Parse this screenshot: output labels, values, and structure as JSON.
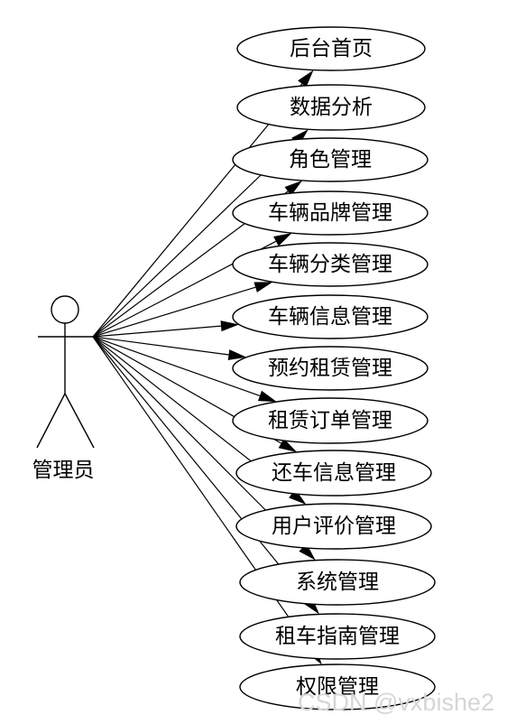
{
  "actor": {
    "name": "管理员",
    "icon": "stick-figure-actor-icon"
  },
  "use_cases": [
    {
      "label": "后台首页"
    },
    {
      "label": "数据分析"
    },
    {
      "label": "角色管理"
    },
    {
      "label": "车辆品牌管理"
    },
    {
      "label": "车辆分类管理"
    },
    {
      "label": "车辆信息管理"
    },
    {
      "label": "预约租赁管理"
    },
    {
      "label": "租赁订单管理"
    },
    {
      "label": "还车信息管理"
    },
    {
      "label": "用户评价管理"
    },
    {
      "label": "系统管理"
    },
    {
      "label": "租车指南管理"
    },
    {
      "label": "权限管理"
    }
  ],
  "watermark": "CSDN @vxbishe2",
  "colors": {
    "stroke": "#000000",
    "background": "#ffffff",
    "watermark": "#d6d6d6"
  }
}
